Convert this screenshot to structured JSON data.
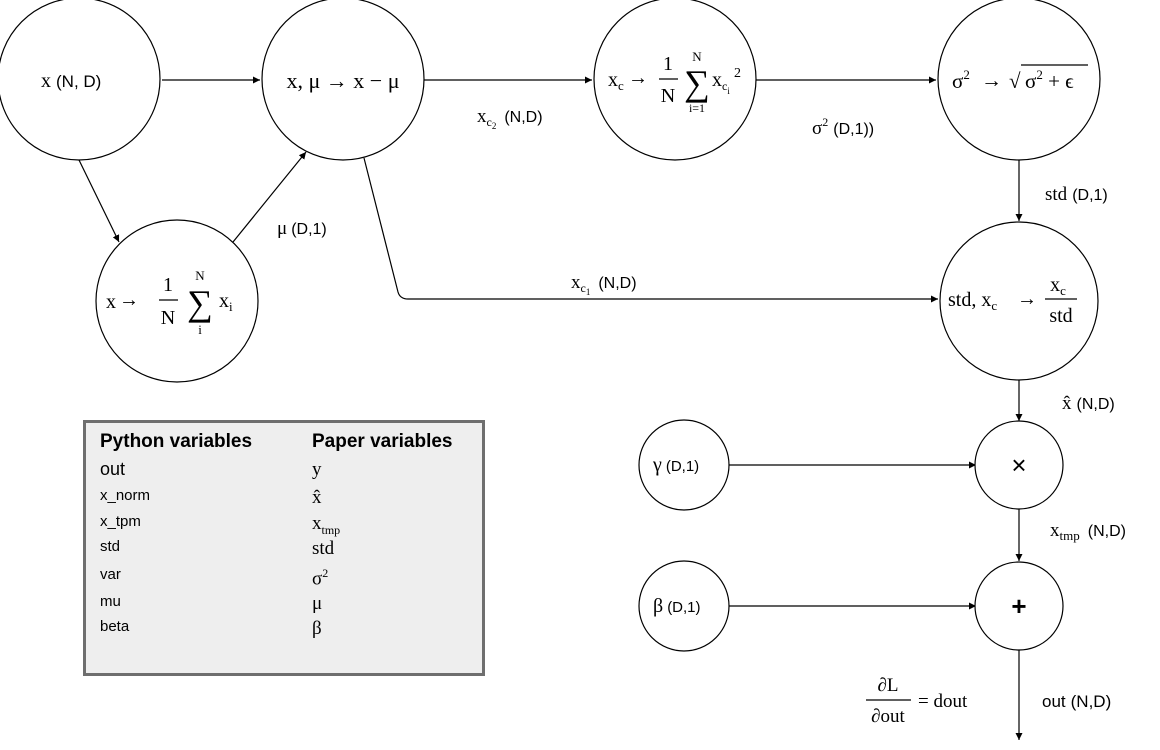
{
  "nodes": {
    "x_input": {
      "var": "x",
      "dims": "(N, D)"
    },
    "mean": {
      "lhs": "x",
      "arrow": "→",
      "frac_num": "1",
      "frac_den": "N",
      "sum_top": "N",
      "sum_sign": "∑",
      "sum_bottom": "i",
      "term": "x",
      "term_sub": "i"
    },
    "center": {
      "expr": "x, μ → x − μ"
    },
    "variance": {
      "lhs_var": "x",
      "lhs_sub": "c",
      "arrow": "→",
      "frac_num": "1",
      "frac_den": "N",
      "sum_top": "N",
      "sum_sign": "∑",
      "sum_bottom": "i=1",
      "term": "x",
      "term_sub": "c",
      "term_subsub": "i",
      "power": "2"
    },
    "std": {
      "lhs": "σ",
      "lhs_sup": "2",
      "arrow": "→",
      "root": "√",
      "rad_var": "σ",
      "rad_sup": "2",
      "rad_rest": " + ϵ"
    },
    "normalize": {
      "lhs": "std, x",
      "lhs_sub": "c",
      "arrow": "→",
      "frac_num_var": "x",
      "frac_num_sub": "c",
      "frac_den": "std"
    },
    "gamma": {
      "var": "γ",
      "dims": "(D,1)"
    },
    "multiply": {
      "op": "×"
    },
    "beta": {
      "var": "β",
      "dims": "(D,1)"
    },
    "add": {
      "op": "+"
    }
  },
  "edges": {
    "mu": {
      "var": "μ",
      "dims": "(D,1)"
    },
    "xc2": {
      "var": "x",
      "sub": "c",
      "subsub": "2",
      "dims": "(N,D)"
    },
    "sigma2": {
      "var": "σ",
      "sup": "2",
      "dims": "(D,1))"
    },
    "std": {
      "var": "std",
      "dims": "(D,1)"
    },
    "xc1": {
      "var": "x",
      "sub": "c",
      "subsub": "1",
      "dims": "(N,D)"
    },
    "xhat": {
      "var": "x̂",
      "dims": "(N,D)"
    },
    "xtmp": {
      "var": "x",
      "sub": "tmp",
      "dims": "(N,D)"
    },
    "dout": {
      "num": "∂L",
      "den": "∂out",
      "eq": "= dout"
    },
    "out": {
      "var": "out",
      "dims": "(N,D)"
    }
  },
  "legend": {
    "header_python": "Python variables",
    "header_paper": "Paper variables",
    "rows": [
      {
        "python": "out",
        "paper": "y"
      },
      {
        "python": "x_norm",
        "paper": "x̂"
      },
      {
        "python": "x_tpm",
        "paper": "x",
        "paper_sub": "tmp"
      },
      {
        "python": "std",
        "paper": "std"
      },
      {
        "python": "var",
        "paper": "σ",
        "paper_sup": "2"
      },
      {
        "python": "mu",
        "paper": "μ"
      },
      {
        "python": "beta",
        "paper": "β"
      }
    ]
  }
}
